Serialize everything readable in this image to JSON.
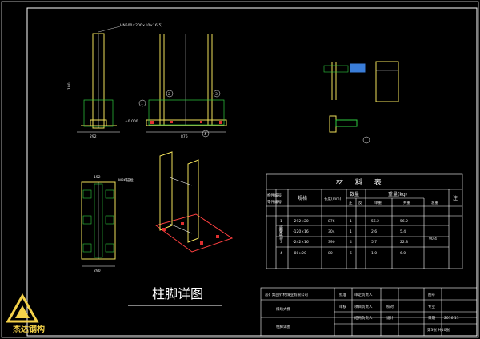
{
  "drawing_title": "柱脚详图",
  "material_table": {
    "title": "材 料 表",
    "headers": {
      "member_no": "构件编号",
      "part_no": "零件编号",
      "spec": "规格",
      "length": "长度(mm)",
      "qty": "数量",
      "qty_pos": "正",
      "qty_neg": "反",
      "weight": "重量(kg)",
      "unit": "单重",
      "sum": "共重",
      "total": "总重",
      "note": "注"
    },
    "member_name": "柱脚埋板",
    "rows": [
      {
        "no": "1",
        "spec": "-292×20",
        "length": "876",
        "qty": "1",
        "unit": "56.2",
        "sum": "56.2"
      },
      {
        "no": "2",
        "spec": "-120×16",
        "length": "304",
        "qty": "1",
        "unit": "2.6",
        "sum": "5.4"
      },
      {
        "no": "3",
        "spec": "-242×16",
        "length": "390",
        "qty": "4",
        "unit": "5.7",
        "sum": "22.8"
      },
      {
        "no": "4",
        "spec": "-80×20",
        "length": "80",
        "qty": "6",
        "unit": "1.0",
        "sum": "6.0"
      }
    ],
    "total_weight": "90.4"
  },
  "title_block": {
    "company": "恶矿集团针材煤业有限公司",
    "project": "煤场大棚",
    "drawing": "柱脚详图",
    "labels": {
      "approve": "批准",
      "check": "审核",
      "proofread": "校对",
      "design": "设计",
      "discipline": "专业",
      "date": "日期",
      "drawing_no": "图号",
      "sheet": "第3张 共10张"
    },
    "values": {
      "approve_name": "审定负责人",
      "review_name": "项目负责人",
      "design_name": "结构负责人",
      "check_name": "校对",
      "discipline_value": "专业",
      "date_value": "2016.11",
      "drawing_no_value": ""
    }
  },
  "annotations": {
    "plan_label": "HN500×200×10×16(5)",
    "level_label": "±0.000",
    "dim_292": "292",
    "dim_876": "876",
    "dim_290": "290",
    "section_dim": "152",
    "anchor_label": "M36锚栓",
    "circle_1": "1",
    "circle_2": "2",
    "circle_3": "3",
    "circle_4": "4"
  },
  "logo": {
    "text": "杰达钢构",
    "color": "#f4d24a"
  }
}
